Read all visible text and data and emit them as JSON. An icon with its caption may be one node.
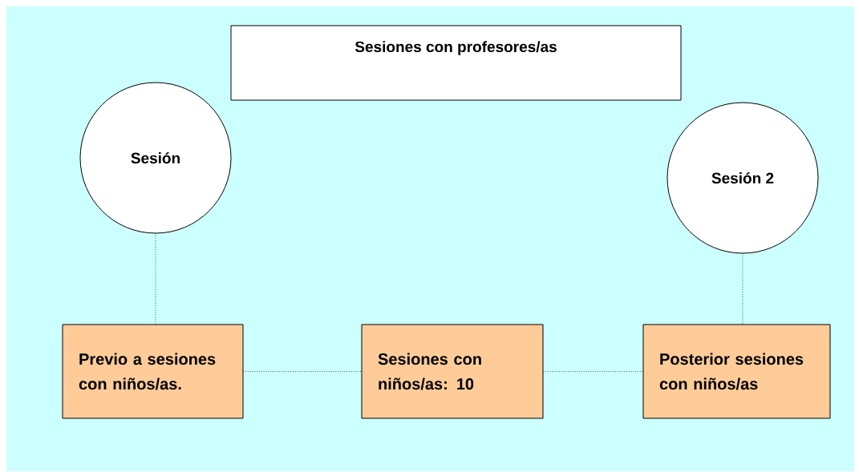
{
  "diagram": {
    "nodes": [
      {
        "text": [
          "Sesiones con profesores/as"
        ]
      },
      {
        "text": [
          "Sesión"
        ]
      },
      {
        "text": [
          "Sesión 2"
        ]
      },
      {
        "text": [
          "Previo a sesiones con niños/as."
        ]
      },
      {
        "text": [
          "Sesiones con niños/as: 10"
        ]
      },
      {
        "text": [
          "Posterior sesiones con niños/as"
        ]
      }
    ],
    "edges": [
      {
        "from": 1,
        "to": 3,
        "arrow": "none"
      },
      {
        "from": 3,
        "to": 4,
        "arrow": "none"
      },
      {
        "from": 4,
        "to": 5,
        "arrow": "none"
      },
      {
        "from": 2,
        "to": 5,
        "arrow": "none"
      }
    ]
  }
}
